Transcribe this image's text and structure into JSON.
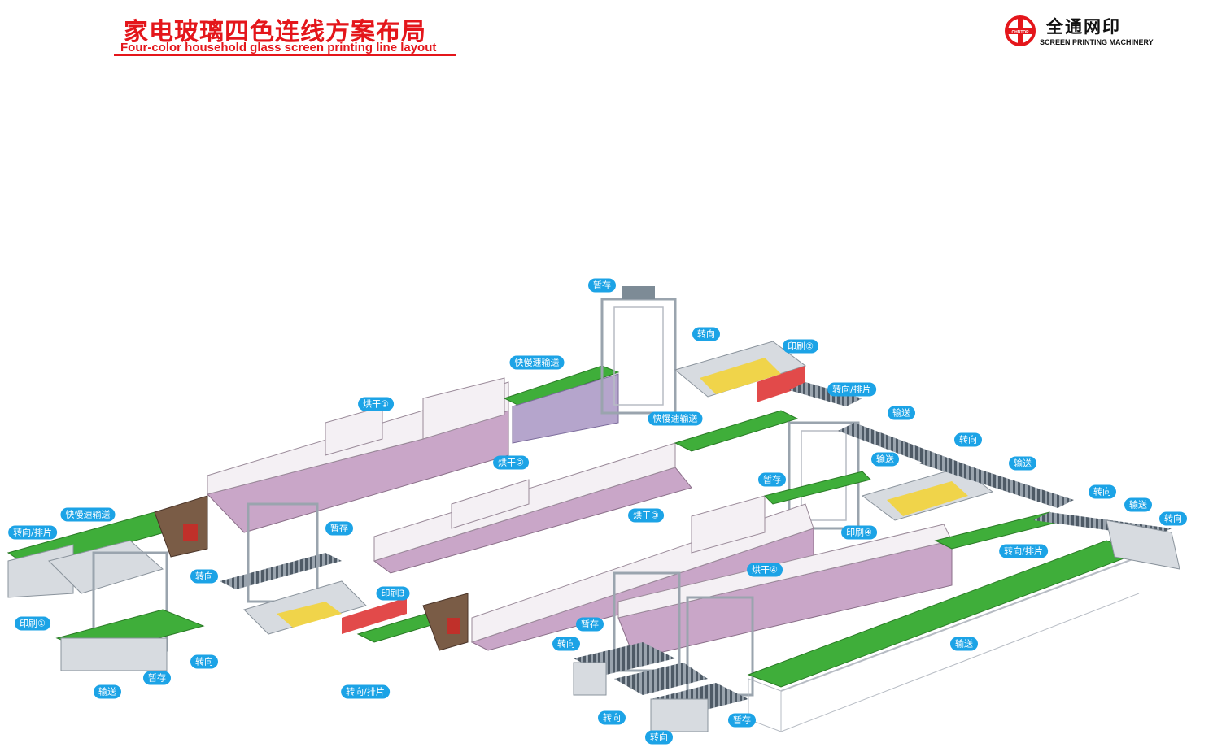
{
  "header": {
    "title_cn": "家电玻璃四色连线方案布局",
    "title_en": "Four-color household glass screen printing line layout"
  },
  "logo": {
    "brand_cn": "全通网印",
    "brand_en": "SCREEN PRINTING MACHINERY",
    "mark_text": "CHNTOP",
    "accent_color": "#e4161b"
  },
  "labels": {
    "zancun_top": "暂存",
    "zhuanxiang_top": "转向",
    "yinshua2": "印刷②",
    "kuaiman_top": "快慢速输送",
    "zhuanxiang_paipian_r1": "转向/排片",
    "hongan1": "烘干①",
    "shusong_r1": "输送",
    "kuaiman_mid": "快慢速输送",
    "zhuanxiang_r2": "转向",
    "hongan2": "烘干②",
    "shusong_r2a": "输送",
    "shusong_r2b": "输送",
    "zancun_r3": "暂存",
    "zhuanxiang_r3": "转向",
    "shusong_r3": "输送",
    "hongan3": "烘干③",
    "yinshua4": "印刷④",
    "zhuanxiang_r4": "转向",
    "kuaiman_left": "快慢速输送",
    "zhuanxiang_paipian_left": "转向/排片",
    "zancun_left": "暂存",
    "zhuanxiang_paipian_r4": "转向/排片",
    "zhuanxiang_mid": "转向",
    "yinshua3": "印刷3",
    "hongan4": "烘干④",
    "yinshua1": "印刷①",
    "zancun_bot": "暂存",
    "zhuanxiang_bot1": "转向",
    "shusong_long": "输送",
    "zhuanxiang_left2": "转向",
    "zancun_left2": "暂存",
    "shusong_left": "输送",
    "zhuanxiang_paipian_mid": "转向/排片",
    "zhuanxiang_bot2": "转向",
    "zancun_bot2": "暂存",
    "zhuanxiang_bot3": "转向"
  },
  "colors": {
    "label_bg": "#1ca3e6",
    "conveyor_green": "#3fae3a",
    "oven_purple": "#c9a6c8",
    "oven_top": "#f4f0f4",
    "frame_gray": "#b7bcc4"
  }
}
